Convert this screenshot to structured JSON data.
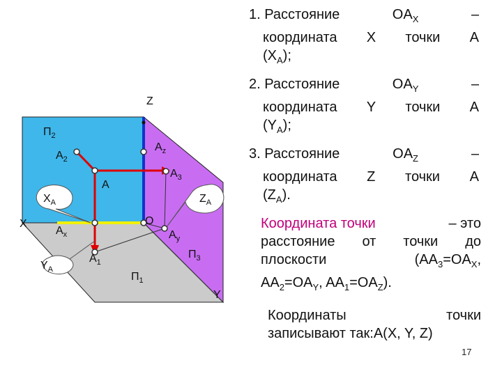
{
  "diagram": {
    "labels": {
      "z": "Z",
      "x": "X",
      "y": "Y",
      "pi2": "П",
      "pi2_sub": "2",
      "pi1": "П",
      "pi1_sub": "1",
      "pi3": "П",
      "pi3_sub": "3",
      "a": "A",
      "a2": "A",
      "a2_sub": "2",
      "a1": "A",
      "a1_sub": "1",
      "a3": "A",
      "a3_sub": "3",
      "az": "A",
      "az_sub": "z",
      "ax": "A",
      "ax_sub": "x",
      "ay": "A",
      "ay_sub": "y",
      "o": "O",
      "xa": "X",
      "xa_sub": "A",
      "ya": "Y",
      "ya_sub": "A",
      "za": "Z",
      "za_sub": "A"
    },
    "colors": {
      "frontal_plane": "#3fb7ea",
      "profile_plane": "#c86df2",
      "horizontal_plane": "#cbcbcb",
      "projection_lines": "#e00000",
      "z_axis_highlight": "#0a35c8",
      "x_axis_highlight": "#f0f000"
    }
  },
  "items": [
    {
      "num": "1.",
      "word": "Расстояние",
      "seg": "OA",
      "seg_sub": "X",
      "dash": "–",
      "l2a": "координата",
      "l2b": "X",
      "l2c": "точки",
      "l2d": "A",
      "l3": "(X",
      "l3_sub": "A",
      "l3_end": ");"
    },
    {
      "num": "2.",
      "word": "Расстояние",
      "seg": "OA",
      "seg_sub": "Y",
      "dash": "–",
      "l2a": "координата",
      "l2b": "Y",
      "l2c": "точки",
      "l2d": "A",
      "l3": "(Y",
      "l3_sub": "A",
      "l3_end": ");"
    },
    {
      "num": "3.",
      "word": "Расстояние",
      "seg": "OA",
      "seg_sub": "Z",
      "dash": "–",
      "l2a": "координата",
      "l2b": "Z",
      "l2c": "точки",
      "l2d": "A",
      "l3": "(Z",
      "l3_sub": "A",
      "l3_end": ")."
    }
  ],
  "definition": {
    "highlight": "Координата точки",
    "rest": "– это",
    "line2": "расстояние от точки до",
    "line3a": "плоскости",
    "line3b": "(AA",
    "line3b_sub": "3",
    "line3c": "=OA",
    "line3c_sub": "X",
    "line3d": ",",
    "line4a": "AA",
    "line4a_sub": "2",
    "line4b": "=OA",
    "line4b_sub": "Y",
    "line4c": ", AA",
    "line4c_sub": "1",
    "line4d": "=OA",
    "line4d_sub": "Z",
    "line4e": ")."
  },
  "record": {
    "w1": "Координаты",
    "w2": "точки",
    "line2": "записывают так:A(X, Y, Z)"
  },
  "page_number": "17"
}
